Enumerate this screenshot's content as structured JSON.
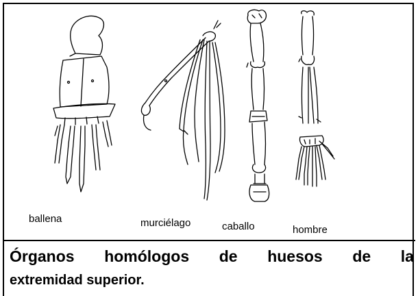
{
  "labels": {
    "ballena": "ballena",
    "murcielago": "murciélago",
    "caballo": "caballo",
    "hombre": "hombre"
  },
  "caption": {
    "words": [
      "Órganos",
      "homólogos",
      "de",
      "huesos",
      "de",
      "la"
    ],
    "line2": "extremidad superior."
  },
  "colors": {
    "ink": "#000000",
    "background": "#ffffff"
  }
}
